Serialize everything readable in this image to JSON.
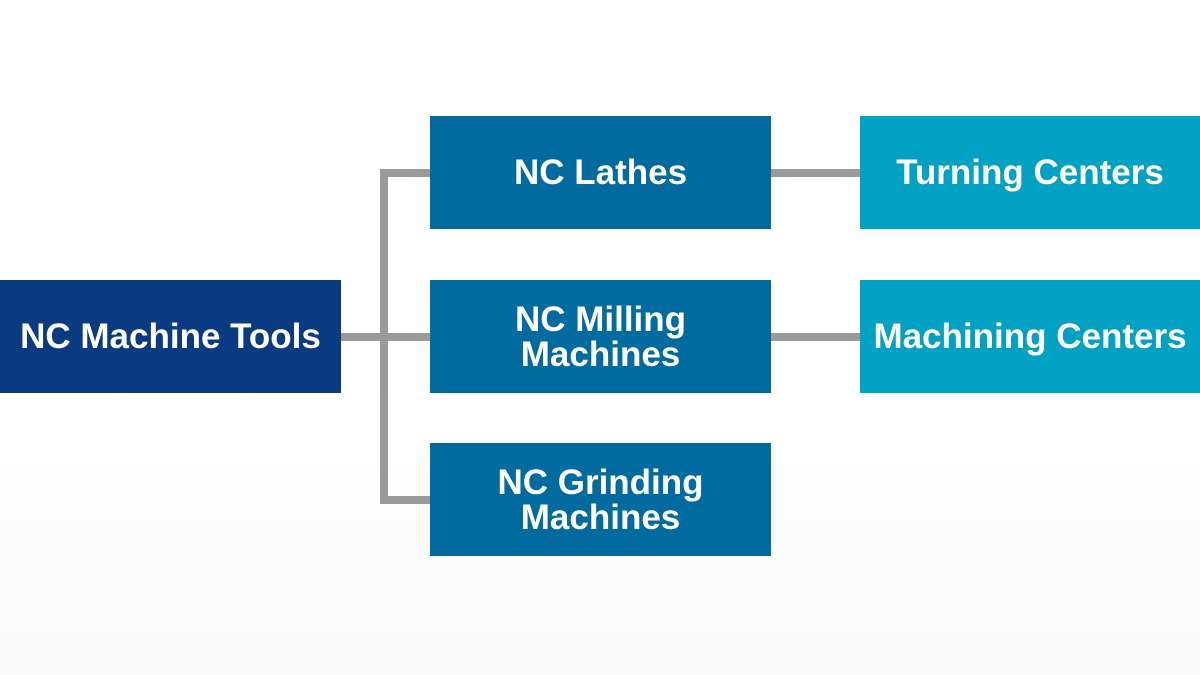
{
  "colors": {
    "root": "#0a3a80",
    "level1": "#016a9e",
    "level2": "#00a1c2",
    "connector": "#9a9a9a"
  },
  "nodes": {
    "root": {
      "label": "NC Machine Tools"
    },
    "lathes": {
      "label": "NC Lathes"
    },
    "milling": {
      "line1": "NC Milling",
      "line2": "Machines"
    },
    "grinding": {
      "line1": "NC Grinding",
      "line2": "Machines"
    },
    "turning_centers": {
      "label": "Turning Centers"
    },
    "machining_centers": {
      "label": "Machining Centers"
    }
  }
}
